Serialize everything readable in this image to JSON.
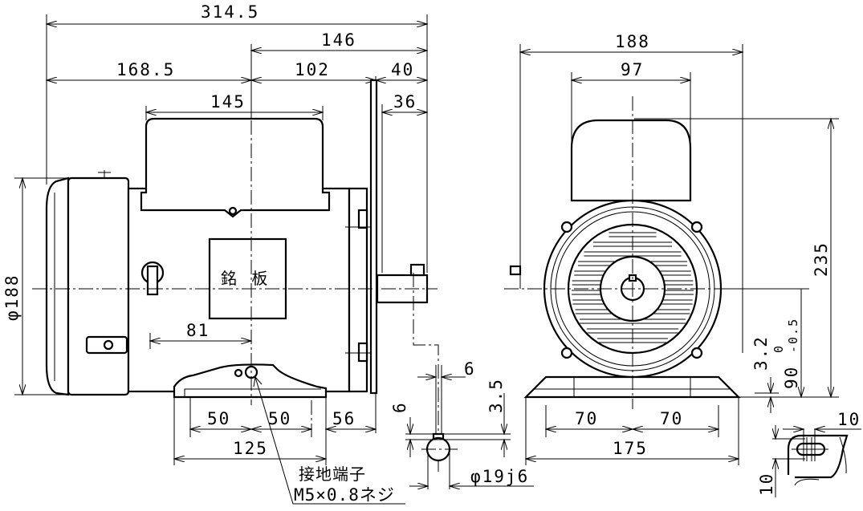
{
  "side_view": {
    "overall_length": "314.5",
    "shaft_side_length": "146",
    "rear_length": "168.5",
    "body_front_length": "102",
    "shaft_extension": "40",
    "shaft_key_length": "36",
    "terminal_box_width": "145",
    "frame_diameter": "φ188",
    "lead_offset": "81",
    "foot_half_left": "50",
    "foot_half_right": "50",
    "foot_to_flange": "56",
    "foot_width": "125",
    "nameplate": "銘 板",
    "ground_terminal_label": "接地端子",
    "ground_screw_label": "M5×0.8ネジ"
  },
  "shaft_detail": {
    "key_width": "6",
    "key_height": "6",
    "key_depth": "3.5",
    "shaft_diameter": "φ19j6"
  },
  "front_view": {
    "overall_width": "188",
    "box_width": "97",
    "overall_height": "235",
    "foot_thickness": "3.2",
    "center_height": "90",
    "center_height_tol_upper": "0",
    "center_height_tol_lower": "-0.5",
    "foot_half_left": "70",
    "foot_half_right": "70",
    "foot_span": "175"
  },
  "foot_hole_detail": {
    "slot_length": "10",
    "slot_width": "10"
  }
}
